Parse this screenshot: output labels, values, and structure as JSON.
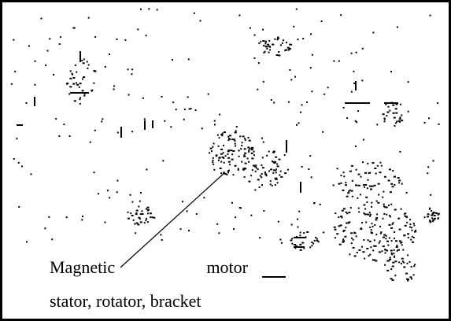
{
  "caption": {
    "line1_word1": "Magnetic",
    "line1_word2": "motor",
    "line2": "stator, rotator, bracket"
  },
  "colors": {
    "ink": "#000000",
    "background": "#ffffff"
  }
}
